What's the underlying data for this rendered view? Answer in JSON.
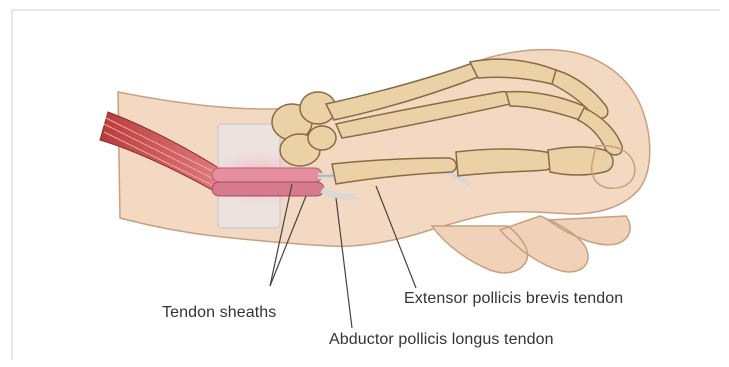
{
  "labels": {
    "tendon_sheaths": "Tendon sheaths",
    "extensor_pollicis_brevis": "Extensor pollicis brevis tendon",
    "abductor_pollicis_longus": "Abductor pollicis longus tendon"
  },
  "colors": {
    "skin": "#f3d9c2",
    "skin_shadow": "#e2b896",
    "bone": "#ead2a6",
    "bone_outline": "#8a6a44",
    "muscle": "#c94a4a",
    "sheath": "#e58ea0",
    "tendon": "#d8d8d8",
    "label_text": "#333333",
    "leader_line": "#444444"
  }
}
